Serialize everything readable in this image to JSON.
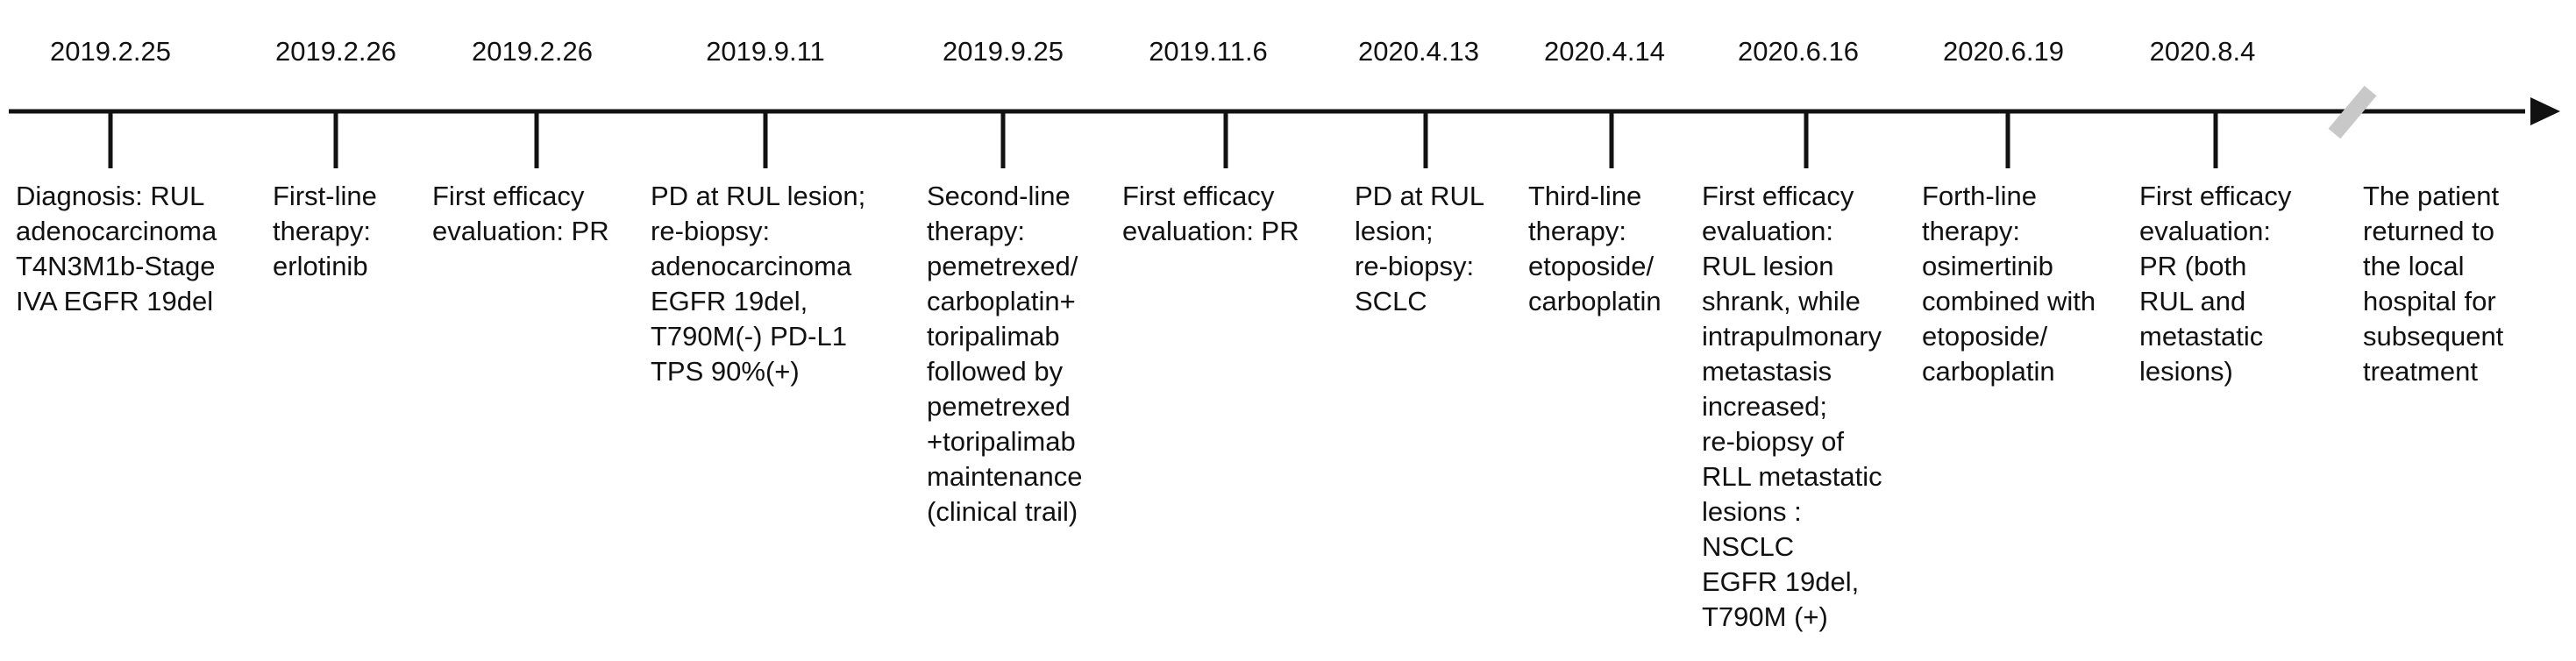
{
  "colors": {
    "line": "#111111",
    "text": "#111111",
    "break_marker": "#c8c8c8",
    "background": "#ffffff"
  },
  "timeline": {
    "events": [
      {
        "date": "2019.2.25",
        "text": "Diagnosis: RUL\nadenocarcinoma\nT4N3M1b-Stage\nIVA EGFR 19del"
      },
      {
        "date": "2019.2.26",
        "text": "First-line\ntherapy:\nerlotinib"
      },
      {
        "date": "2019.2.26",
        "text": "First efficacy\nevaluation: PR"
      },
      {
        "date": "2019.9.11",
        "text": "PD at RUL lesion;\nre-biopsy:\nadenocarcinoma\nEGFR 19del,\nT790M(-) PD-L1\nTPS 90%(+)"
      },
      {
        "date": "2019.9.25",
        "text": "Second-line\ntherapy:\npemetrexed/\ncarboplatin+\ntoripalimab\nfollowed by\npemetrexed\n+toripalimab\nmaintenance\n(clinical trail)"
      },
      {
        "date": "2019.11.6",
        "text": "First efficacy\nevaluation: PR"
      },
      {
        "date": "2020.4.13",
        "text": "PD at RUL\nlesion;\nre-biopsy:\nSCLC"
      },
      {
        "date": "2020.4.14",
        "text": "Third-line\ntherapy:\netoposide/\ncarboplatin"
      },
      {
        "date": "2020.6.16",
        "text": "First efficacy\nevaluation:\nRUL lesion\nshrank, while\nintrapulmonary\nmetastasis\nincreased;\nre-biopsy of\nRLL metastatic\nlesions :\nNSCLC\nEGFR 19del,\nT790M (+)"
      },
      {
        "date": "2020.6.19",
        "text": "Forth-line\ntherapy:\nosimertinib\ncombined with\netoposide/\ncarboplatin"
      },
      {
        "date": "2020.8.4",
        "text": "First efficacy\nevaluation:\nPR (both\nRUL and\nmetastatic\nlesions)"
      }
    ],
    "final_note": "The patient\nreturned to\nthe local\nhospital for\nsubsequent\ntreatment"
  }
}
